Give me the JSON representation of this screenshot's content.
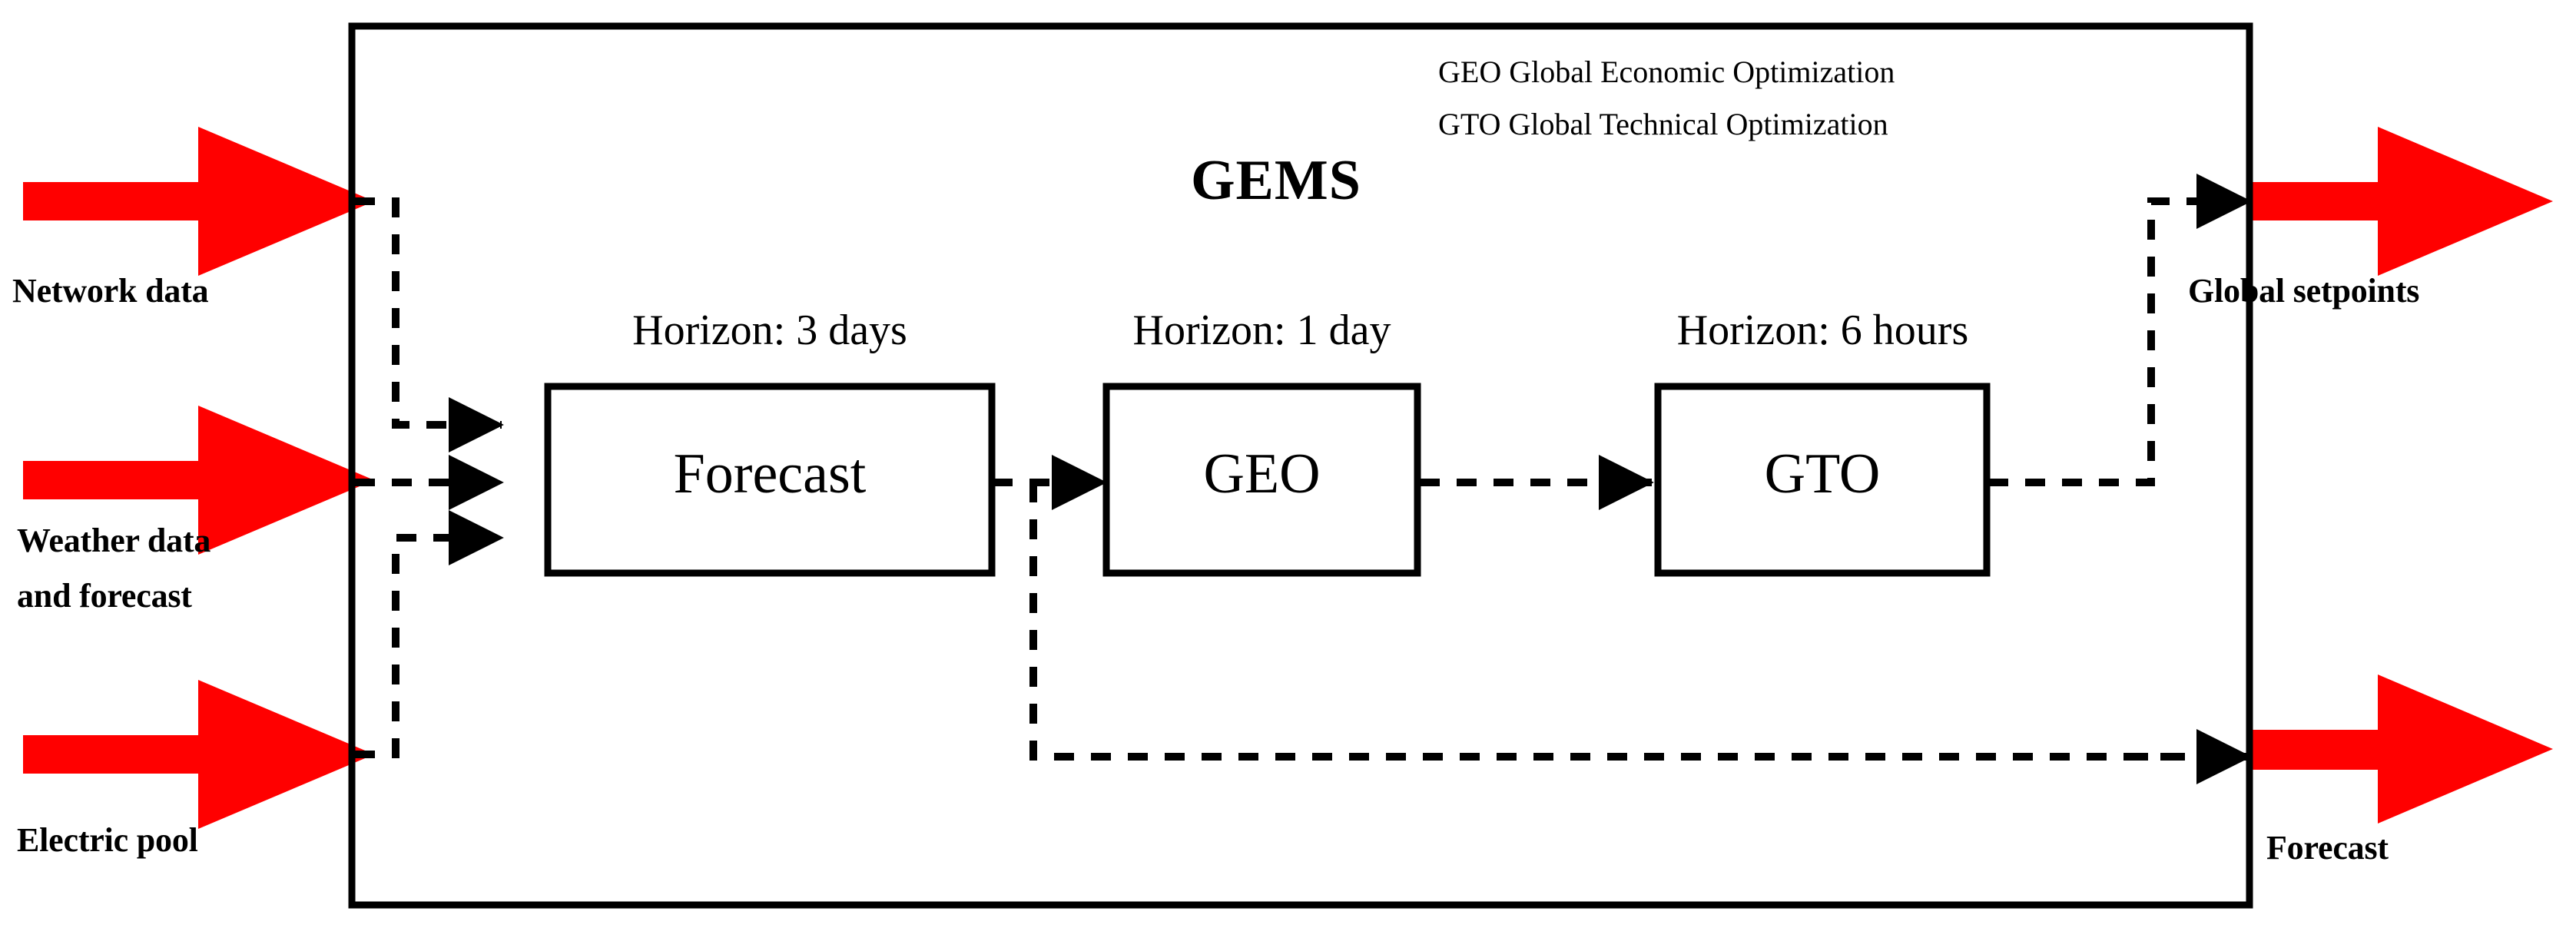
{
  "system": {
    "title": "GEMS",
    "legend": [
      "GEO Global Economic Optimization",
      "GTO Global Technical Optimization"
    ]
  },
  "colors": {
    "arrow_red": "#FF0000",
    "line_black": "#000000",
    "background": "#FFFFFF"
  },
  "inputs": [
    {
      "label": "Network data"
    },
    {
      "label": "Weather data",
      "label_line2": "and forecast"
    },
    {
      "label": "Electric pool"
    }
  ],
  "outputs": [
    {
      "label": "Global setpoints"
    },
    {
      "label": "Forecast"
    }
  ],
  "blocks": [
    {
      "id": "forecast",
      "title": "Forecast",
      "horizon": "Horizon: 3 days"
    },
    {
      "id": "geo",
      "title": "GEO",
      "horizon": "Horizon: 1 day"
    },
    {
      "id": "gto",
      "title": "GTO",
      "horizon": "Horizon: 6 hours"
    }
  ],
  "flow": {
    "type": "block-diagram",
    "connections": [
      {
        "from": "Network data",
        "to": "Forecast"
      },
      {
        "from": "Weather data and forecast",
        "to": "Forecast"
      },
      {
        "from": "Electric pool",
        "to": "Forecast"
      },
      {
        "from": "Forecast",
        "to": "GEO"
      },
      {
        "from": "GEO",
        "to": "GTO"
      },
      {
        "from": "GTO",
        "to": "Global setpoints"
      },
      {
        "from": "Forecast",
        "to": "Forecast output"
      }
    ]
  }
}
